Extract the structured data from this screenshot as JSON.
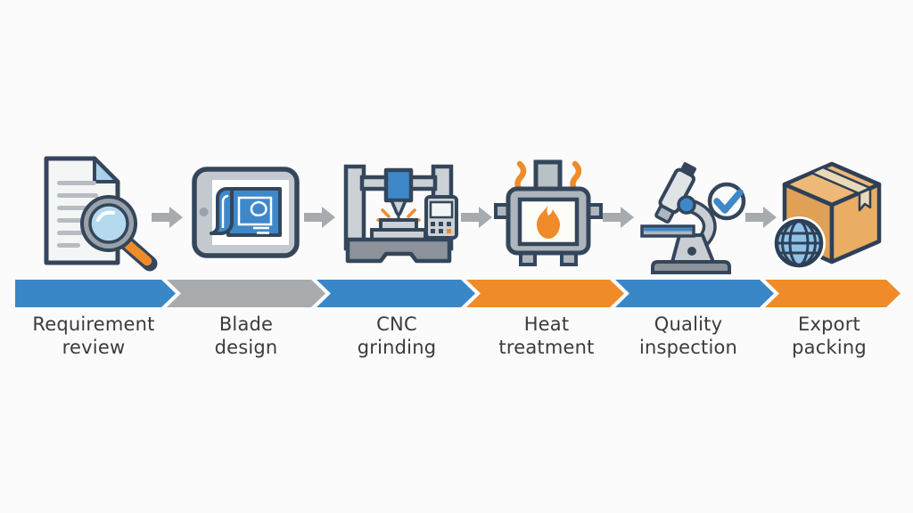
{
  "diagram": {
    "steps": [
      {
        "label": "Requirement\nreview",
        "band_color": "#3a87c8",
        "icon_name": "document-review-icon"
      },
      {
        "label": "Blade\ndesign",
        "band_color": "#a7abad",
        "icon_name": "tablet-blueprint-icon"
      },
      {
        "label": "CNC\ngrinding",
        "band_color": "#3a87c8",
        "icon_name": "cnc-machine-icon"
      },
      {
        "label": "Heat\ntreatment",
        "band_color": "#f08b2a",
        "icon_name": "furnace-flame-icon"
      },
      {
        "label": "Quality\ninspection",
        "band_color": "#3a87c8",
        "icon_name": "microscope-check-icon"
      },
      {
        "label": "Export\npacking",
        "band_color": "#f08b2a",
        "icon_name": "shipping-box-globe-icon"
      }
    ],
    "colors": {
      "blue": "#3a87c8",
      "orange": "#f08b2a",
      "gray_band": "#a7abad",
      "arrow_gray": "#a6abaf",
      "label_text": "#3b3b3b",
      "icon_outline": "#34465b",
      "background": "#fbfbfb"
    }
  }
}
